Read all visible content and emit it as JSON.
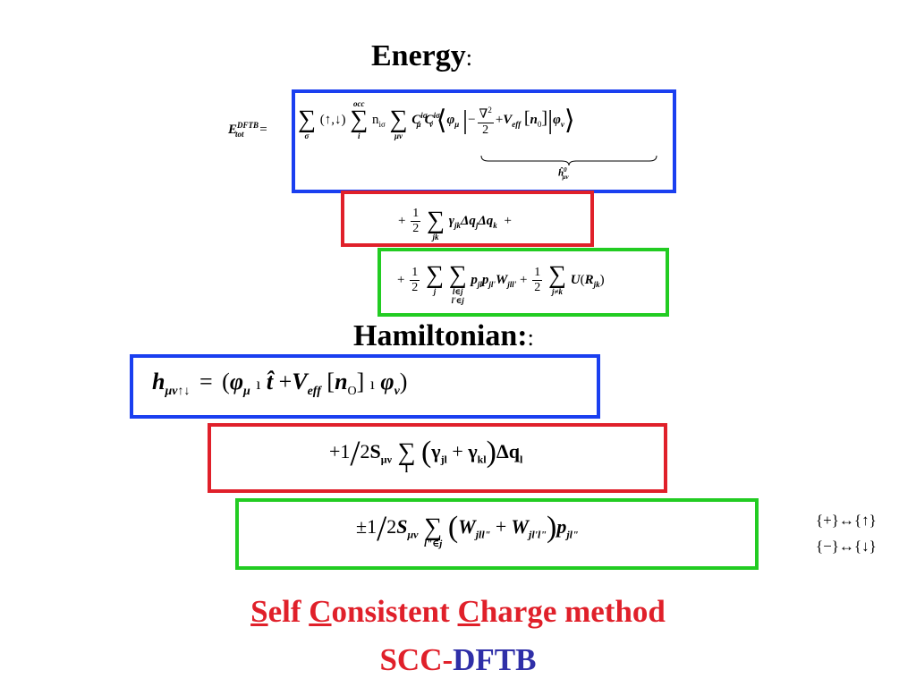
{
  "slide": {
    "energy_heading": {
      "word": "Energy",
      "colon": ":"
    },
    "hamiltonian_heading": {
      "text": "Hamiltonian:",
      "colon": ":"
    },
    "energy_eq_1": {
      "lhs": "E",
      "lhs_sup": "DFTB",
      "lhs_sub": "tot",
      "sum_sigma": "σ",
      "spins": "(↑,↓)",
      "sum_i_upper": "occ",
      "sum_i_lower": "i",
      "occupation": "n",
      "occupation_sub": "iσ",
      "sum_munu": "μν",
      "coef_C": "C",
      "coef_sup": "iσ",
      "mu": "μ",
      "nu": "ν",
      "phi": "φ",
      "operator_num": "∇",
      "operator_den": "2",
      "V": "V",
      "V_sub": "eff",
      "density": "n",
      "density_sub": "0",
      "underbrace_label": "ĥ",
      "underbrace_sup": "0",
      "underbrace_sub": "μν"
    },
    "energy_eq_2": {
      "prefix": "+",
      "frac_num": "1",
      "frac_den": "2",
      "sum_index": "jk",
      "gamma": "γ",
      "gamma_sub": "jk",
      "dq": "Δq",
      "dq_j": "j",
      "dq_k": "k",
      "suffix": "+"
    },
    "energy_eq_3": {
      "prefix": "+",
      "frac_num": "1",
      "frac_den": "2",
      "sum1_index": "j",
      "sum2_index_a": "l∈j",
      "sum2_index_b": "l'∈j",
      "p1": "p",
      "p1_sub": "jl",
      "p2": "p",
      "p2_sub": "jl'",
      "W": "W",
      "W_sub": "jll'",
      "plus": "+",
      "frac2_num": "1",
      "frac2_den": "2",
      "sum3_index": "j≠k",
      "U": "U",
      "R": "R",
      "R_sub": "jk"
    },
    "ham_eq_1": {
      "h": "h",
      "h_sub": "μν↑↓",
      "equals": "=",
      "phi_mu": "φ",
      "t_hat": "t̂",
      "V": "V",
      "V_sub": "eff",
      "n": "n",
      "n_sub": "O",
      "phi_nu": "φ"
    },
    "ham_eq_2": {
      "prefix": "+1",
      "den": "2",
      "S": "S",
      "S_sub": "μν",
      "sum_index": "l",
      "gamma1": "γ",
      "gamma1_sub": "jl",
      "plus": "+",
      "gamma2": "γ",
      "gamma2_sub": "kl",
      "dq": "Δq",
      "dq_sub": "l"
    },
    "ham_eq_3": {
      "prefix": "±1",
      "den": "2",
      "S": "S",
      "S_sub": "μν",
      "sum_index": "l\"∈j",
      "W1": "W",
      "W1_sub": "jll\"",
      "plus": "+",
      "W2": "W",
      "W2_sub": "jl'l\"",
      "p": "p",
      "p_sub": "jl\""
    },
    "legend": {
      "row1_left": "{+}",
      "row1_arrow": "↔",
      "row1_right": "{↑}",
      "row2_left": "{−}",
      "row2_arrow": "↔",
      "row2_right": "{↓}"
    },
    "title": {
      "S": "S",
      "elf": "elf ",
      "C1": "C",
      "onsistent": "onsistent ",
      "C2": "C",
      "harge": "harge method"
    },
    "subtitle": {
      "scc": "SCC-",
      "dftb": "DFTB"
    }
  },
  "colors": {
    "blue_box": "#1a3ff0",
    "red_box": "#e0202a",
    "green_box": "#22cc22",
    "title_red": "#e0202a",
    "dftb_blue": "#2f2fa8"
  }
}
